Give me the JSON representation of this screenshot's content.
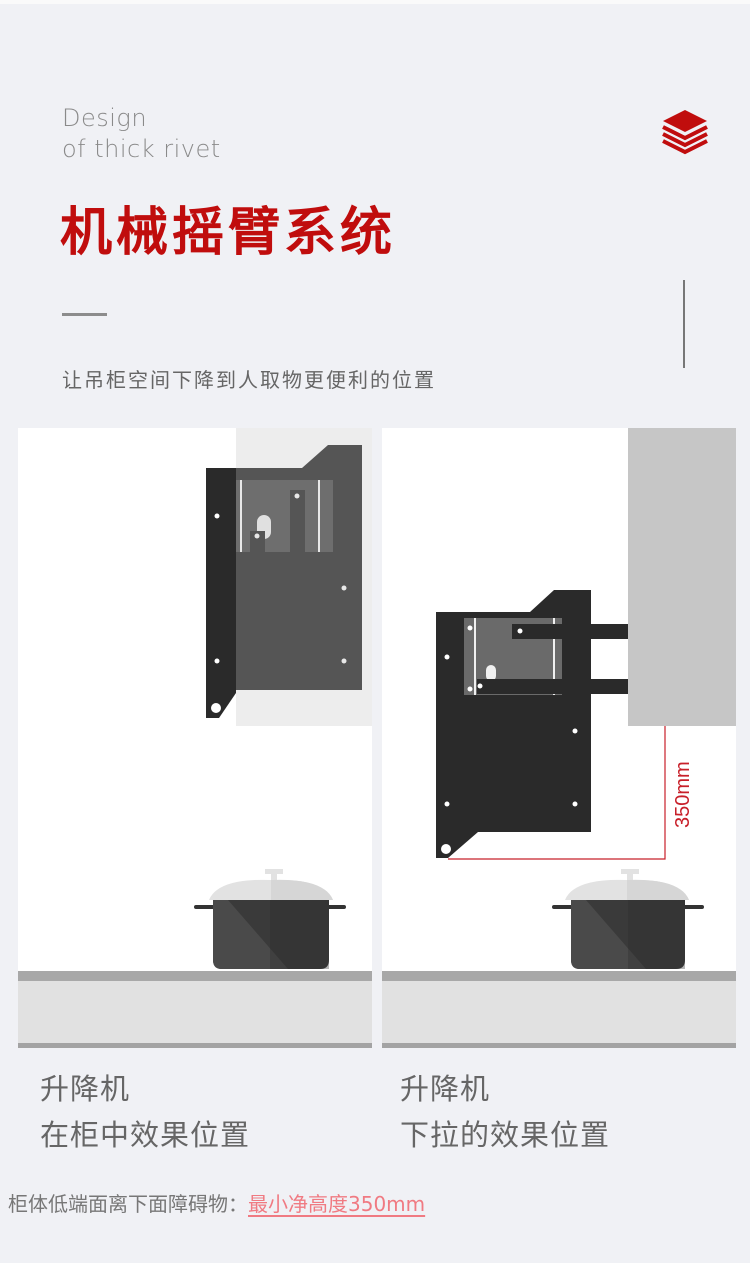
{
  "header": {
    "subtitle_en_line1": "Design",
    "subtitle_en_line2": "of thick rivet",
    "title": "机械摇臂系统",
    "description": "让吊柜空间下降到人取物更便利的位置",
    "icon": "layers-icon"
  },
  "colors": {
    "accent": "#c00d0d",
    "background": "#f0f1f5",
    "highlight": "#f07a82",
    "dimension_line": "#c8202a"
  },
  "panels": [
    {
      "id": "in-cabinet",
      "caption_line1": "升降机",
      "caption_line2": "在柜中效果位置"
    },
    {
      "id": "pulled-down",
      "caption_line1": "升降机",
      "caption_line2": "下拉的效果位置",
      "dimension_label": "350mm"
    }
  ],
  "footnote": {
    "label": "柜体低端面离下面障碍物：",
    "highlight": "最小净高度350mm"
  }
}
